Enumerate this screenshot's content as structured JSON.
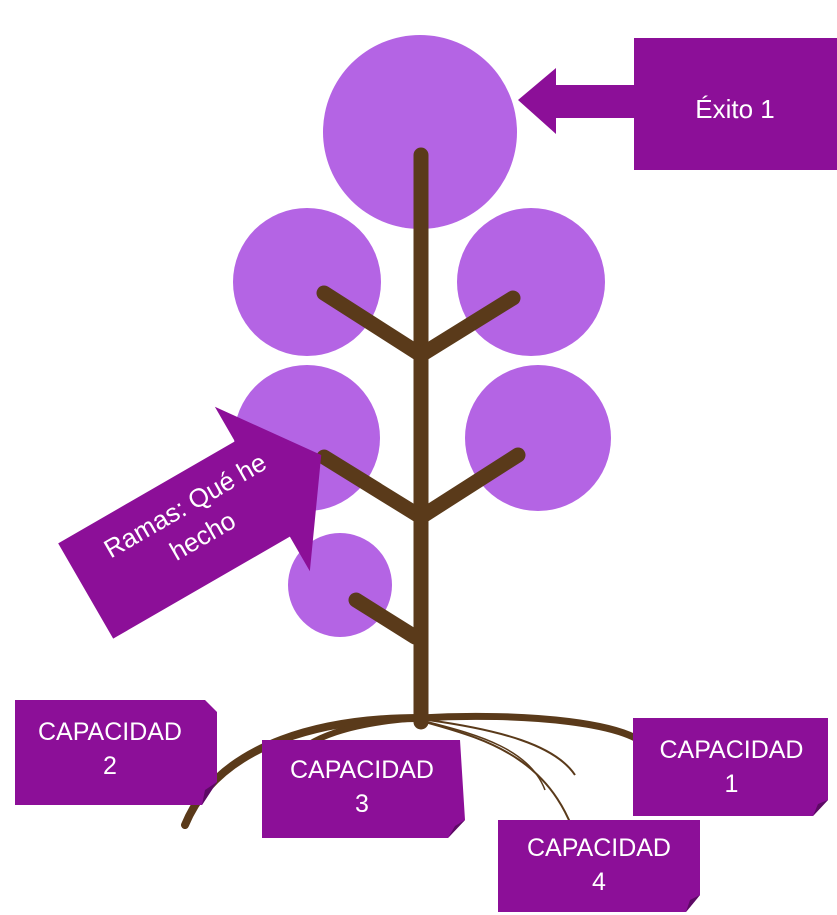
{
  "colors": {
    "leaf": "#B464E4",
    "trunk": "#5A3A1A",
    "box": "#8C0F98",
    "box_fold": "#5C0A64",
    "text": "#FFFFFF"
  },
  "labels": {
    "exito": "Éxito 1",
    "ramas": "Ramas: Qué he\nhecho",
    "capacidad_1": "CAPACIDAD\n1",
    "capacidad_2": "CAPACIDAD\n2",
    "capacidad_3": "CAPACIDAD\n3",
    "capacidad_4": "CAPACIDAD\n4"
  }
}
